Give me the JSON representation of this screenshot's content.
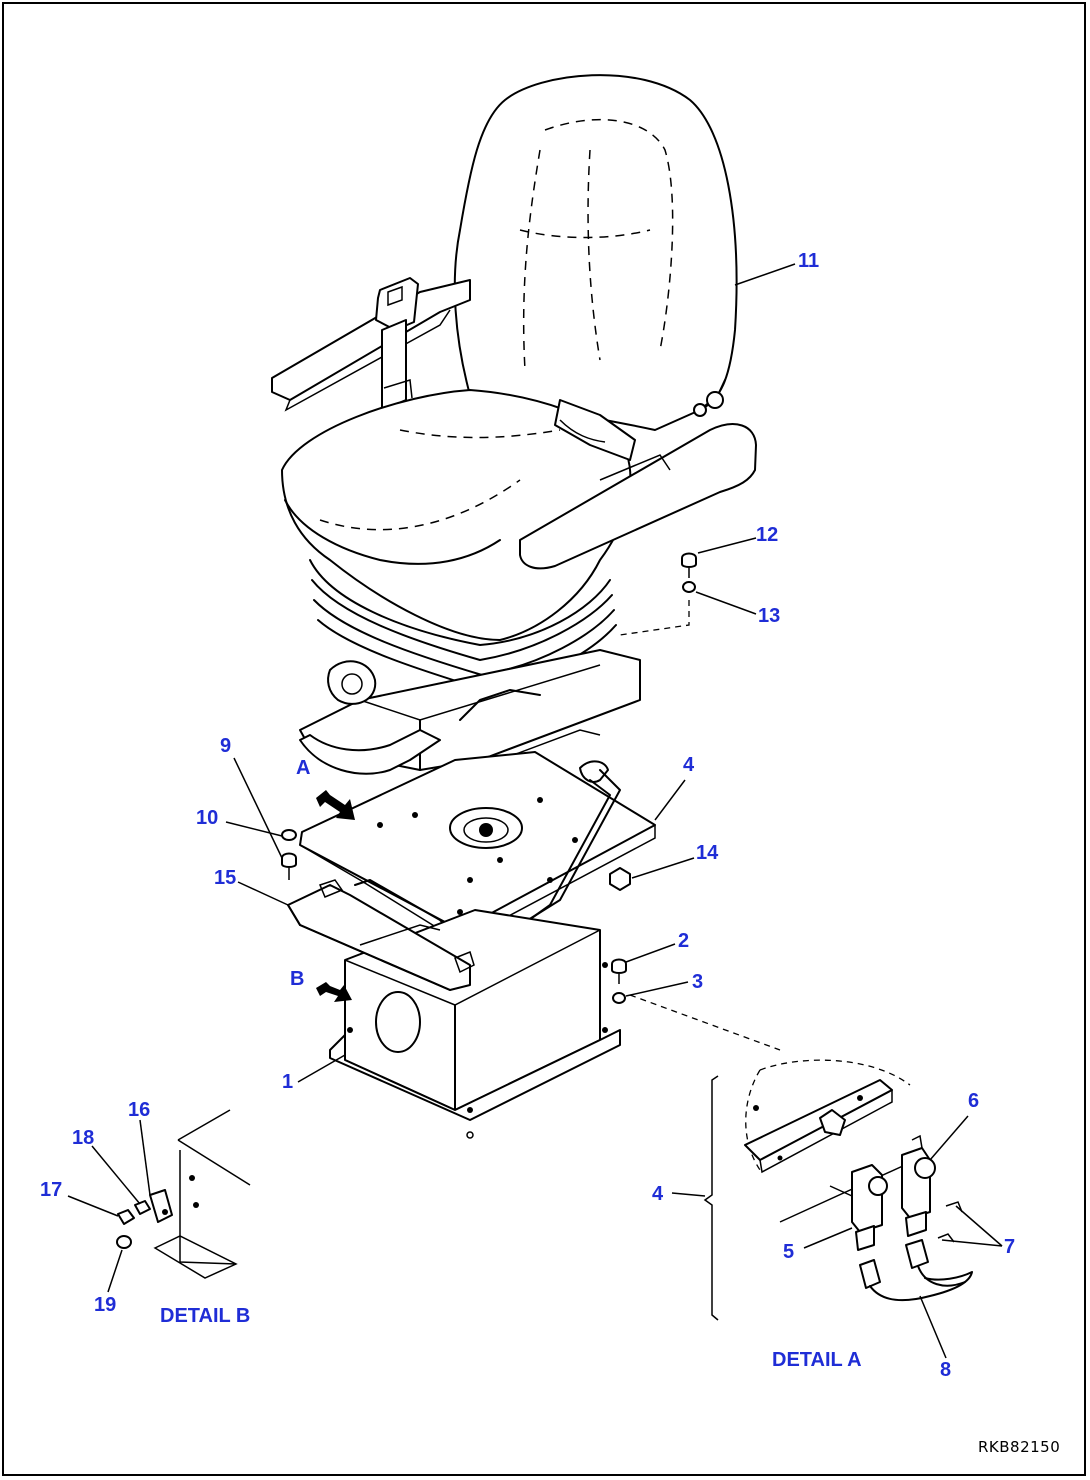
{
  "figure_ref": "RKB82150",
  "details": {
    "a_letter": "A",
    "b_letter": "B",
    "detail_a_label": "DETAIL A",
    "detail_b_label": "DETAIL B"
  },
  "callouts": {
    "c1": "1",
    "c2": "2",
    "c3": "3",
    "c4_main": "4",
    "c4_detail": "4",
    "c5": "5",
    "c6": "6",
    "c7": "7",
    "c8": "8",
    "c9": "9",
    "c10": "10",
    "c11": "11",
    "c12": "12",
    "c13": "13",
    "c14": "14",
    "c15": "15",
    "c16": "16",
    "c17": "17",
    "c18": "18",
    "c19": "19"
  },
  "colors": {
    "callout": "#1f2dd6",
    "line": "#000000",
    "background": "#ffffff"
  }
}
